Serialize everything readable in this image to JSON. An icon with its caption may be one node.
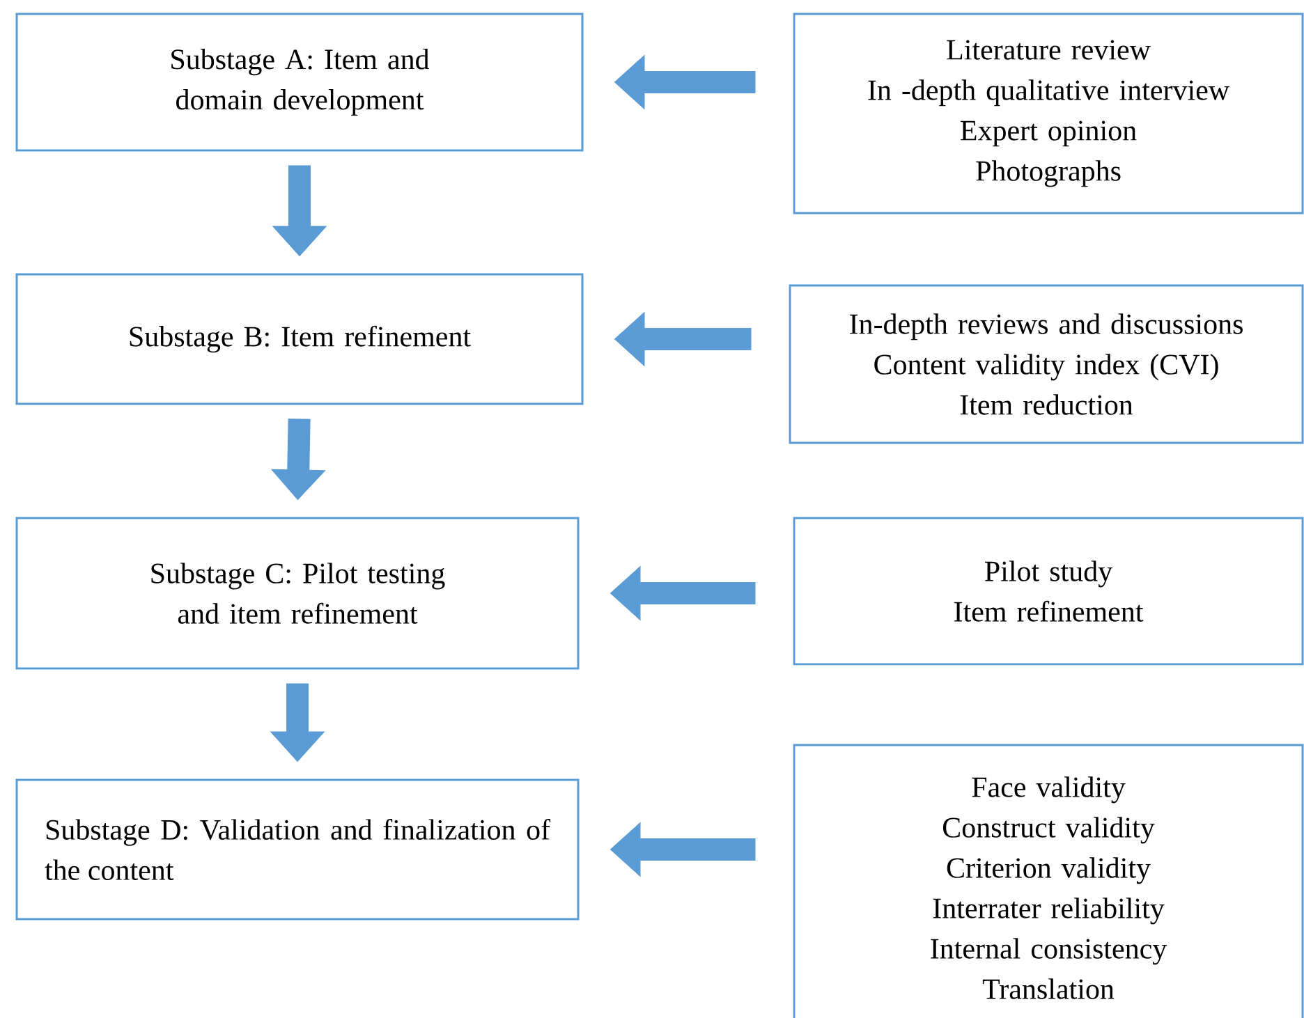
{
  "diagram": {
    "nodes": [
      {
        "text": [
          "Substage A: Item and domain development"
        ]
      },
      {
        "text": [
          "Substage B: Item refinement"
        ]
      },
      {
        "text": [
          "Substage C: Pilot testing and item refinement"
        ]
      },
      {
        "text": [
          "Substage D: Validation and finalization of the content"
        ]
      },
      {
        "text": [
          "Literature review",
          "In -depth qualitative interview",
          "Expert opinion",
          "Photographs"
        ]
      },
      {
        "text": [
          "In-depth reviews and discussions",
          "Content validity index (CVI)",
          "Item reduction"
        ]
      },
      {
        "text": [
          "Pilot study",
          "Item refinement"
        ]
      },
      {
        "text": [
          "Face validity",
          "Construct validity",
          "Criterion validity",
          "Interrater reliability",
          "Internal consistency",
          "Translation"
        ]
      }
    ],
    "edges": [
      {
        "from": 4,
        "to": 0,
        "arrow": "to"
      },
      {
        "from": 0,
        "to": 1,
        "arrow": "to"
      },
      {
        "from": 5,
        "to": 1,
        "arrow": "to"
      },
      {
        "from": 1,
        "to": 2,
        "arrow": "to"
      },
      {
        "from": 6,
        "to": 2,
        "arrow": "to"
      },
      {
        "from": 2,
        "to": 3,
        "arrow": "to"
      },
      {
        "from": 7,
        "to": 3,
        "arrow": "to"
      }
    ]
  }
}
